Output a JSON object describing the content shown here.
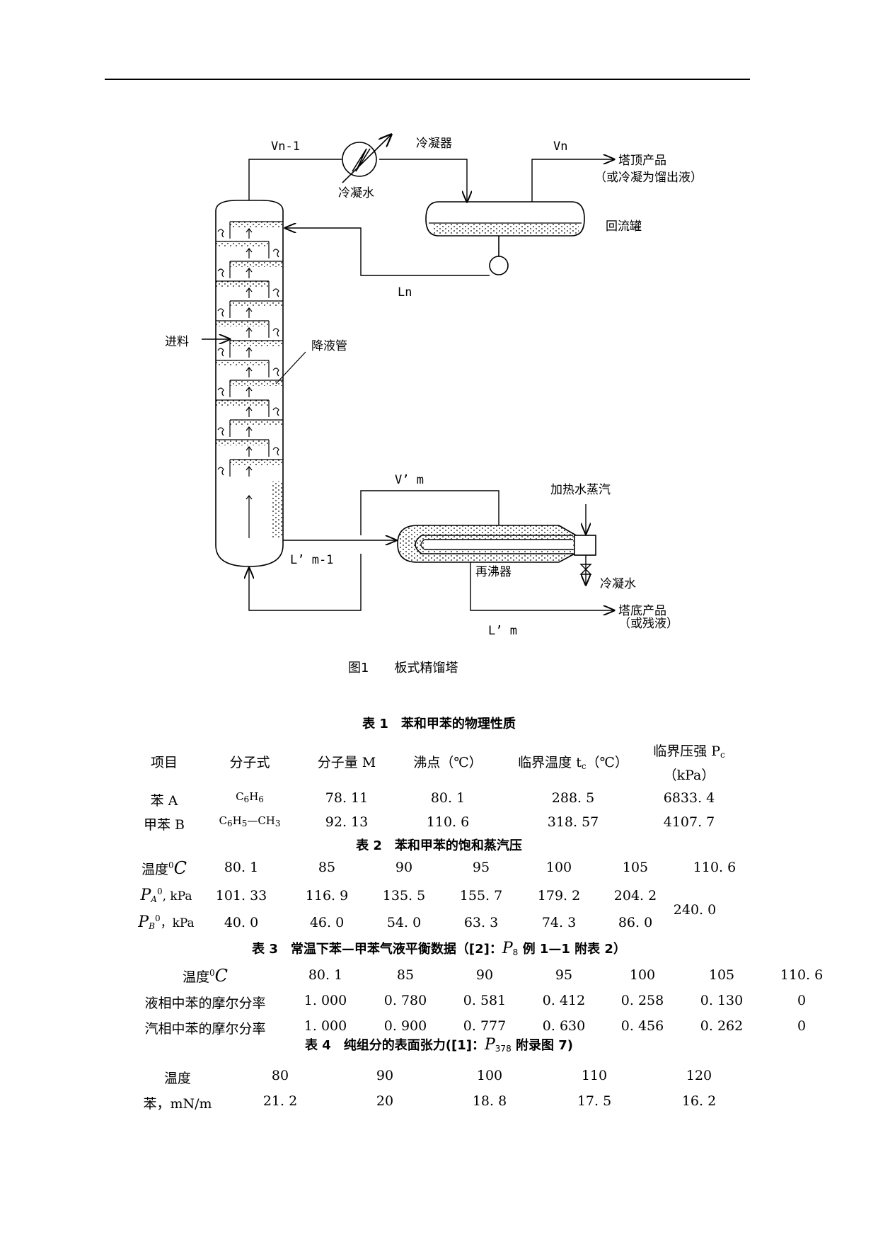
{
  "diagram": {
    "labels": {
      "vn1": "Vn-1",
      "condenser": "冷凝器",
      "vn": "Vn",
      "top_product": "塔顶产品",
      "top_product_note": "（或冷凝为馏出液）",
      "cooling_water_top": "冷凝水",
      "reflux_drum": "回流罐",
      "ln": "Ln",
      "feed": "进料",
      "downcomer": "降液管",
      "v_m": "V’ m",
      "heating_steam": "加热水蒸汽",
      "l_m1": "L’ m-1",
      "reboiler": "再沸器",
      "cooling_water_bottom": "冷凝水",
      "bottom_product": "塔底产品",
      "bottom_product_note": "（或残液）",
      "l_m": "L’ m"
    },
    "figure_caption": "图1　　板式精馏塔"
  },
  "table1": {
    "title": "表 1　苯和甲苯的物理性质",
    "headers": [
      "项目",
      "分子式",
      "分子量 M",
      "沸点（℃）",
      "临界温度 t",
      "（℃）",
      "临界压强 P",
      "（kPa）"
    ],
    "header_subs": [
      "c",
      "c"
    ],
    "rows": [
      {
        "name": "苯 A",
        "formula_parts": [
          "C",
          "6",
          "H",
          "6"
        ],
        "mw": "78. 11",
        "bp": "80. 1",
        "tc": "288. 5",
        "pc": "6833. 4"
      },
      {
        "name": "甲苯 B",
        "formula_parts": [
          "C",
          "6",
          "H",
          "5",
          "—CH",
          "3"
        ],
        "mw": "92. 13",
        "bp": "110. 6",
        "tc": "318. 57",
        "pc": "4107. 7"
      }
    ]
  },
  "table2": {
    "title": "表 2　苯和甲苯的饱和蒸汽压",
    "row_labels": {
      "temp": "温度",
      "temp_unit": "C",
      "temp_sup": "0",
      "pa": "P",
      "pa_sub": "A",
      "pa_sup": "0",
      "pa_unit": ", kPa",
      "pb": "P",
      "pb_sub": "B",
      "pb_sup": "0",
      "pb_unit": "，kPa"
    },
    "temps": [
      "80. 1",
      "85",
      "90",
      "95",
      "100",
      "105",
      "110. 6"
    ],
    "pa": [
      "101. 33",
      "116. 9",
      "135. 5",
      "155. 7",
      "179. 2",
      "204. 2"
    ],
    "pb": [
      "40. 0",
      "46. 0",
      "54. 0",
      "63. 3",
      "74. 3",
      "86. 0"
    ],
    "merged": "240. 0"
  },
  "table3": {
    "title_pre": "表 3　常温下苯—甲苯气液平衡数据（[2]：",
    "title_p": "P",
    "title_sub": "8",
    "title_post": " 例 1—1 附表 2）",
    "row_labels": {
      "temp": "温度",
      "temp_sup": "0",
      "temp_unit": "C",
      "liquid": "液相中苯的摩尔分率",
      "vapor": "汽相中苯的摩尔分率"
    },
    "temps": [
      "80. 1",
      "85",
      "90",
      "95",
      "100",
      "105",
      "110. 6"
    ],
    "liquid": [
      "1. 000",
      "0. 780",
      "0. 581",
      "0. 412",
      "0. 258",
      "0. 130",
      "0"
    ],
    "vapor": [
      "1. 000",
      "0. 900",
      "0. 777",
      "0. 630",
      "0. 456",
      "0. 262",
      "0"
    ]
  },
  "table4": {
    "title_pre": "表 4　纯组分的表面张力([1]：",
    "title_p": "P",
    "title_sub": "378",
    "title_post": " 附录图 7)",
    "row_labels": {
      "temp": "温度",
      "benzene": "苯，mN/m"
    },
    "temps": [
      "80",
      "90",
      "100",
      "110",
      "120"
    ],
    "benzene": [
      "21. 2",
      "20",
      "18. 8",
      "17. 5",
      "16. 2"
    ]
  }
}
